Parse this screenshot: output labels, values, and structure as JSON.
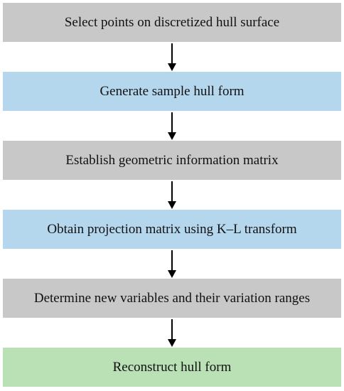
{
  "diagram": {
    "steps": [
      {
        "label": "Select points on discretized hull surface",
        "color": "#c8c8c8"
      },
      {
        "label": "Generate sample hull form",
        "color": "#b4d7ee"
      },
      {
        "label": "Establish geometric information matrix",
        "color": "#c8c8c8"
      },
      {
        "label": "Obtain projection matrix using K–L transform",
        "color": "#b4d7ee"
      },
      {
        "label": "Determine new variables and their variation ranges",
        "color": "#c8c8c8"
      },
      {
        "label": "Reconstruct hull form",
        "color": "#b9e1b5"
      }
    ]
  }
}
